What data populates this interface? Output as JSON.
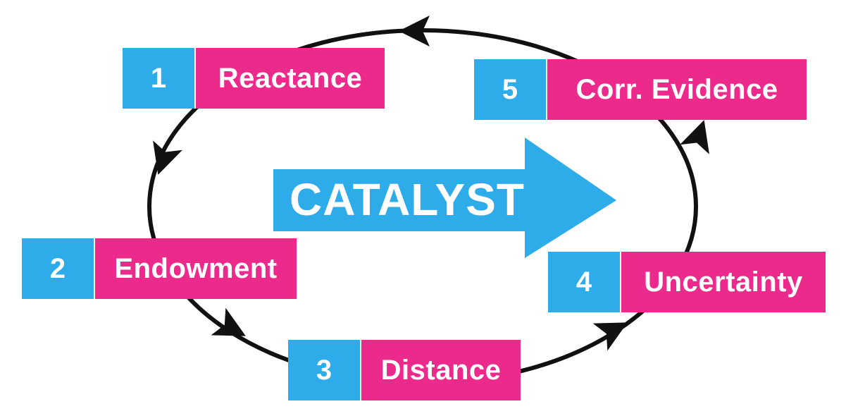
{
  "colors": {
    "number_box": "#2eacea",
    "label_box": "#ec2a8b",
    "arrow": "#2eacea",
    "cycle_line": "#111111"
  },
  "center_label": "CATALYST",
  "steps": [
    {
      "number": "1",
      "label": "Reactance"
    },
    {
      "number": "2",
      "label": "Endowment"
    },
    {
      "number": "3",
      "label": "Distance"
    },
    {
      "number": "4",
      "label": "Uncertainty"
    },
    {
      "number": "5",
      "label": "Corr. Evidence"
    }
  ]
}
